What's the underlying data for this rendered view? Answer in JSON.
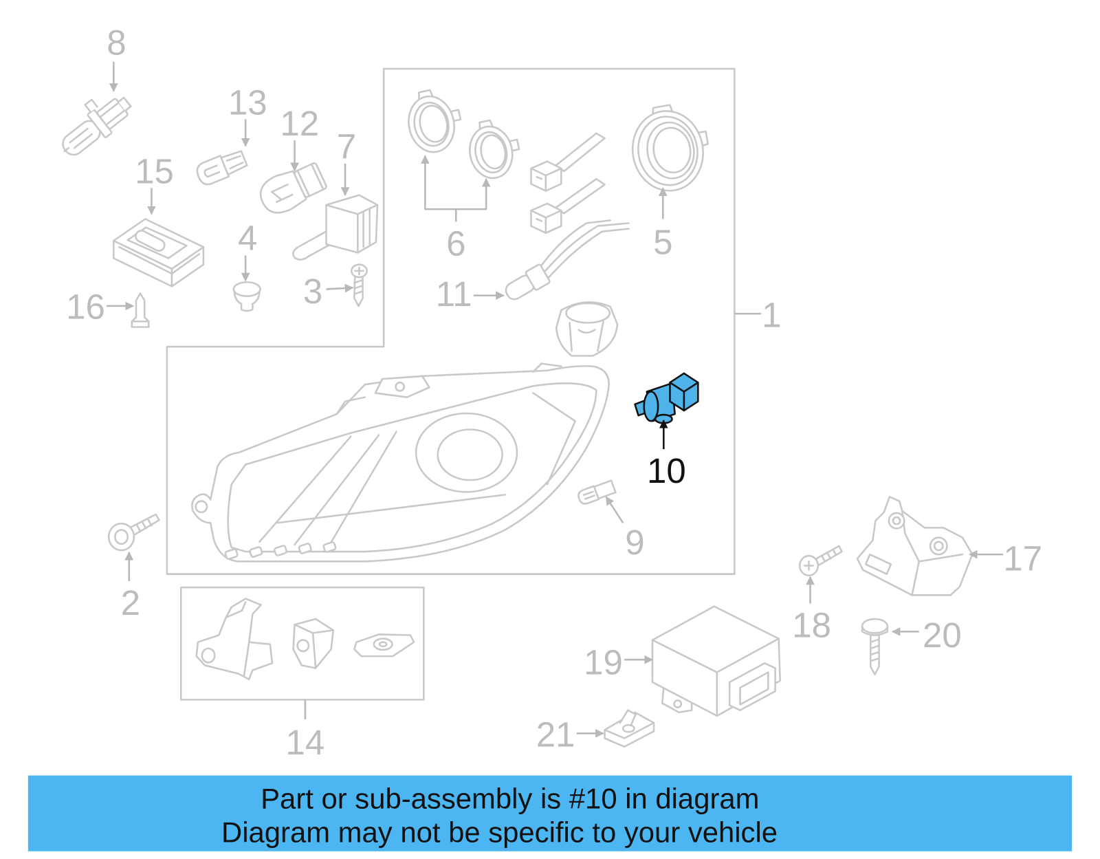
{
  "diagram": {
    "callouts": {
      "p1": "1",
      "p2": "2",
      "p3": "3",
      "p4": "4",
      "p5": "5",
      "p6": "6",
      "p7": "7",
      "p8": "8",
      "p9": "9",
      "p11": "11",
      "p12": "12",
      "p13": "13",
      "p14": "14",
      "p15": "15",
      "p16": "16",
      "p17": "17",
      "p18": "18",
      "p19": "19",
      "p20": "20",
      "p21": "21"
    },
    "highlighted_callout": "10",
    "line_color": "#c8c8c8",
    "label_color": "#bcbcbc",
    "leader_color": "#b8b8b8",
    "highlight_color": "#4fb3ea"
  },
  "banner": {
    "line1": "Part or sub-assembly is #10 in diagram",
    "line2": "Diagram may not be specific to your vehicle",
    "color": "#4bb6f2"
  }
}
